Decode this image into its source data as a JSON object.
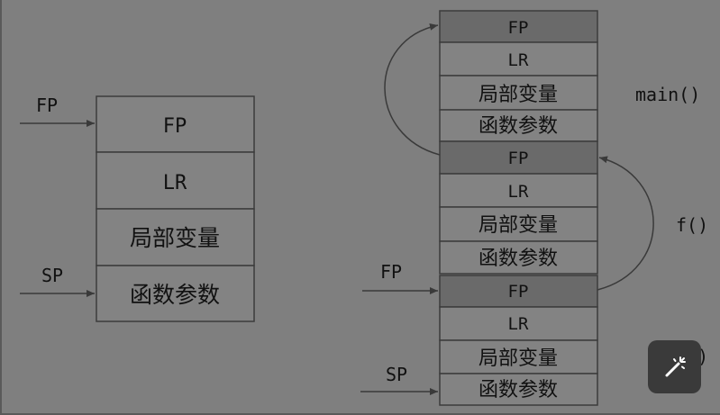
{
  "left_stack": {
    "cells": [
      "FP",
      "LR",
      "局部变量",
      "函数参数"
    ],
    "pointers": {
      "fp": "FP",
      "sp": "SP"
    }
  },
  "right_stack": {
    "frames": [
      {
        "name": "main()",
        "cells": [
          "FP",
          "LR",
          "局部变量",
          "函数参数"
        ]
      },
      {
        "name": "f()",
        "cells": [
          "FP",
          "LR",
          "局部变量",
          "函数参数"
        ]
      },
      {
        "name": "g()",
        "cells": [
          "FP",
          "LR",
          "局部变量",
          "函数参数"
        ]
      }
    ],
    "pointers": {
      "fp": "FP",
      "sp": "SP"
    }
  },
  "toolbar": {
    "magic_icon": "magic-wand-icon"
  },
  "colors": {
    "background": "#7f7f7f",
    "cell_fill": "#838383",
    "fp_cell_fill": "#6a6a6a",
    "border": "#3c3c3c",
    "text": "#111111"
  }
}
